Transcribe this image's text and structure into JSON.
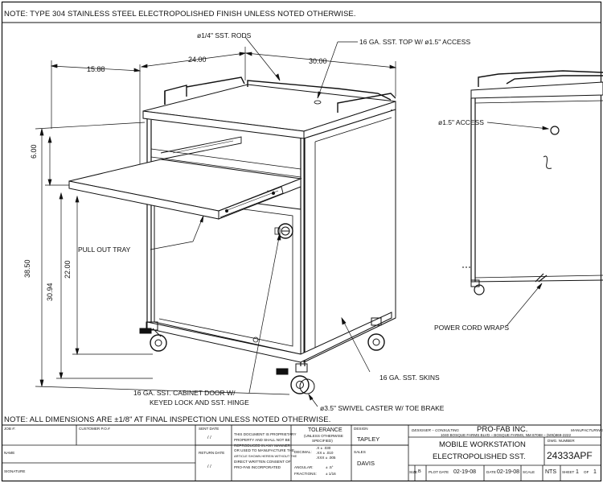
{
  "notes": {
    "top": "NOTE: TYPE 304 STAINLESS STEEL ELECTROPOLISHED FINISH UNLESS NOTED OTHERWISE.",
    "bottom": "NOTE: ALL DIMENSIONS ARE ±1/8\" AT FINAL INSPECTION UNLESS NOTED OTHERWISE."
  },
  "callouts": {
    "rods": "ø1/4\" SST. RODS",
    "top": "16 GA. SST. TOP W/ ø1.5\" ACCESS",
    "access": "ø1.5\" ACCESS",
    "tray": "PULL OUT TRAY",
    "door_line1": "16 GA. SST. CABINET DOOR W/",
    "door_line2": "KEYED LOCK AND SST. HINGE",
    "skins": "16 GA. SST. SKINS",
    "caster": "ø3.5\" SWIVEL CASTER W/ TOE BRAKE",
    "cord": "POWER CORD WRAPS"
  },
  "dimensions": {
    "d1": "15.88",
    "d2": "24.00",
    "d3": "30.00",
    "d4": "6.00",
    "d5": "38.50",
    "d6": "22.00",
    "d7": "30.94"
  },
  "title_block": {
    "job_label": "JOB #:",
    "customer_label": "CUSTOMER P.O.#",
    "name_label": "NAME",
    "signature_label": "SIGNATURE",
    "sent_label": "SENT DATE",
    "sent_value": "/ /",
    "return_label": "RETURN DATE",
    "return_value": "/ /",
    "proprietary": [
      "THIS DOCUMENT IS PROPRIETARY",
      "PROPERTY AND SHALL NOT BE",
      "REPRODUCED IN ANY MANNER",
      "OR USED TO MANUFACTURE THE",
      "ARTICLE SHOWN HEREIN WITHOUT THE",
      "DIRECT WRITTEN CONSENT OF",
      "PRO-FAB INCORPORATED"
    ],
    "tolerance_title": "TOLERANCE",
    "tolerance_sub1": "(UNLESS OTHERWISE",
    "tolerance_sub2": "SPECIFIED)",
    "decimal_label": "DECIMAL:",
    "decimal_rows": [
      ".X  ±  .030",
      ".XX  ±  .010",
      ".XXX  ±  .005"
    ],
    "angular_label": "ANGULAR:",
    "angular_value": "±  .5°",
    "fractions_label": "FRACTIONS:",
    "fractions_value": "±  1/16",
    "design_label": "DESIGN",
    "design_value": "TAPLEY",
    "sales_label": "SALES",
    "sales_value": "DAVIS",
    "designer_tag": "DESIGNER – CONSULTING",
    "manufacturer_tag": "MANUFACTURING",
    "company": "PRO-FAB INC.",
    "address": "1040 BOSQUE FARMS BLVD  –  BOSQUE FARMS, NM 87068  –  (505)869-2222",
    "title_line1": "MOBILE WORKSTATION",
    "title_line2": "ELECTROPOLISHED SST.",
    "dwg_label": "DWG. NUMBER",
    "dwg_number": "24333APF",
    "size_label": "SIZE",
    "size_value": "B",
    "plot_label": "PLOT DATE",
    "plot_value": "02-19-08",
    "date_label": "DATE",
    "date_value": "02-19-08",
    "scale_label": "SCALE",
    "scale_value": "NTS",
    "sheet_label": "SHEET",
    "sheet_value": "1",
    "of_label": "OF",
    "of_value": "1"
  }
}
